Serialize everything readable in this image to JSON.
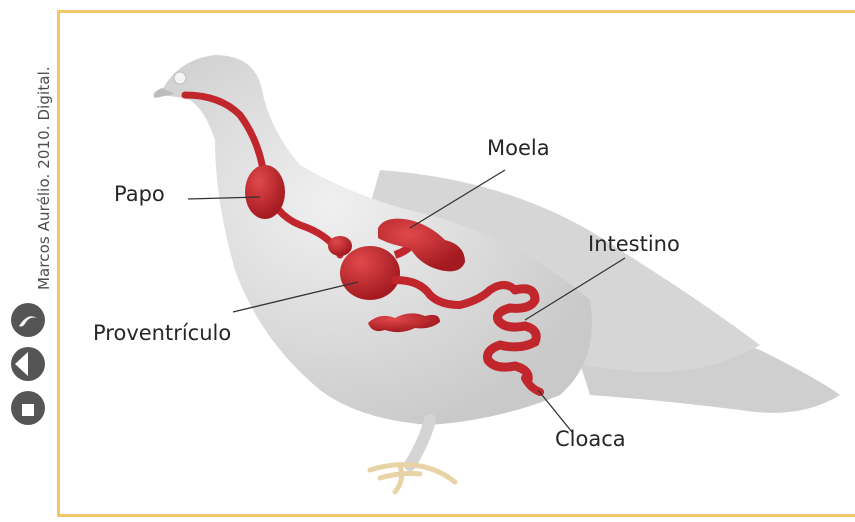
{
  "credit": "Marcos Aurélio. 2010. Digital.",
  "labels": {
    "papo": "Papo",
    "moela": "Moela",
    "intestino": "Intestino",
    "proventriculo": "Proventrículo",
    "cloaca": "Cloaca"
  },
  "colors": {
    "frame": "#f4c66a",
    "organ": "#c0262c",
    "body": "#d9d9d9",
    "feet": "#e8d3a6",
    "text": "#262626"
  }
}
